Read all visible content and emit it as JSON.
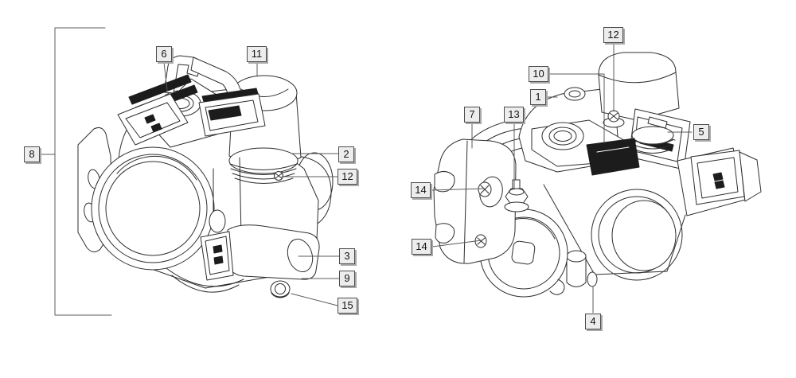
{
  "page": {
    "type": "parts-diagram",
    "background_color": "#ffffff",
    "line_color": "#2e2e2e",
    "leader_line_color": "#5b5b5b"
  },
  "diagram": {
    "subject": "throttle body assembly, two isometric views",
    "callout_style": {
      "fill": "#ededed",
      "border": "#4d4d4d",
      "shadow": "#a9a9a9",
      "text_color": "#141414"
    },
    "views": [
      {
        "name": "view-a-left",
        "callout_labels": [
          "6",
          "11",
          "8",
          "2",
          "12",
          "3",
          "9",
          "15"
        ]
      },
      {
        "name": "view-b-right",
        "callout_labels": [
          "12",
          "10",
          "1",
          "7",
          "13",
          "5",
          "14",
          "14",
          "4"
        ]
      }
    ],
    "callouts": [
      {
        "label": "6"
      },
      {
        "label": "11"
      },
      {
        "label": "8"
      },
      {
        "label": "2"
      },
      {
        "label": "12"
      },
      {
        "label": "3"
      },
      {
        "label": "9"
      },
      {
        "label": "15"
      },
      {
        "label": "12"
      },
      {
        "label": "10"
      },
      {
        "label": "1"
      },
      {
        "label": "7"
      },
      {
        "label": "13"
      },
      {
        "label": "5"
      },
      {
        "label": "14"
      },
      {
        "label": "14"
      },
      {
        "label": "4"
      }
    ]
  }
}
